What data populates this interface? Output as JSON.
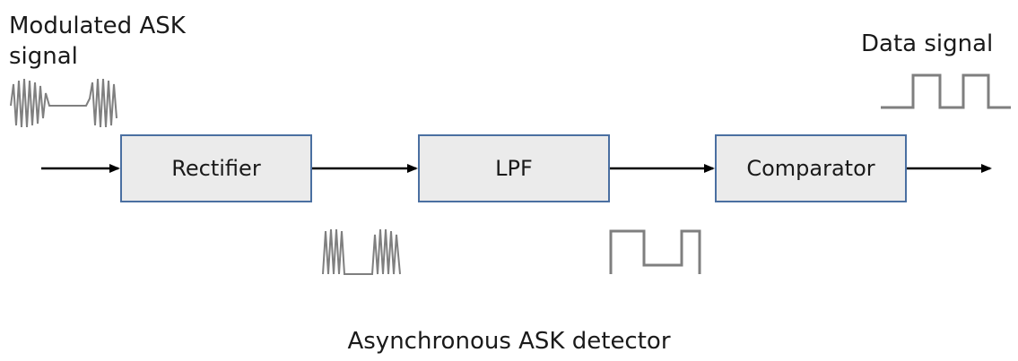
{
  "labels": {
    "input_signal": "Modulated ASK signal",
    "output_signal": "Data signal",
    "caption": "Asynchronous ASK detector"
  },
  "blocks": [
    {
      "id": "rectifier",
      "label": "Rectifier"
    },
    {
      "id": "lpf",
      "label": "LPF"
    },
    {
      "id": "comparator",
      "label": "Comparator"
    }
  ],
  "colors": {
    "block_fill": "#ebebeb",
    "block_border": "#4a6fa1",
    "arrow": "#000000",
    "waveform": "#7f7f7f"
  }
}
